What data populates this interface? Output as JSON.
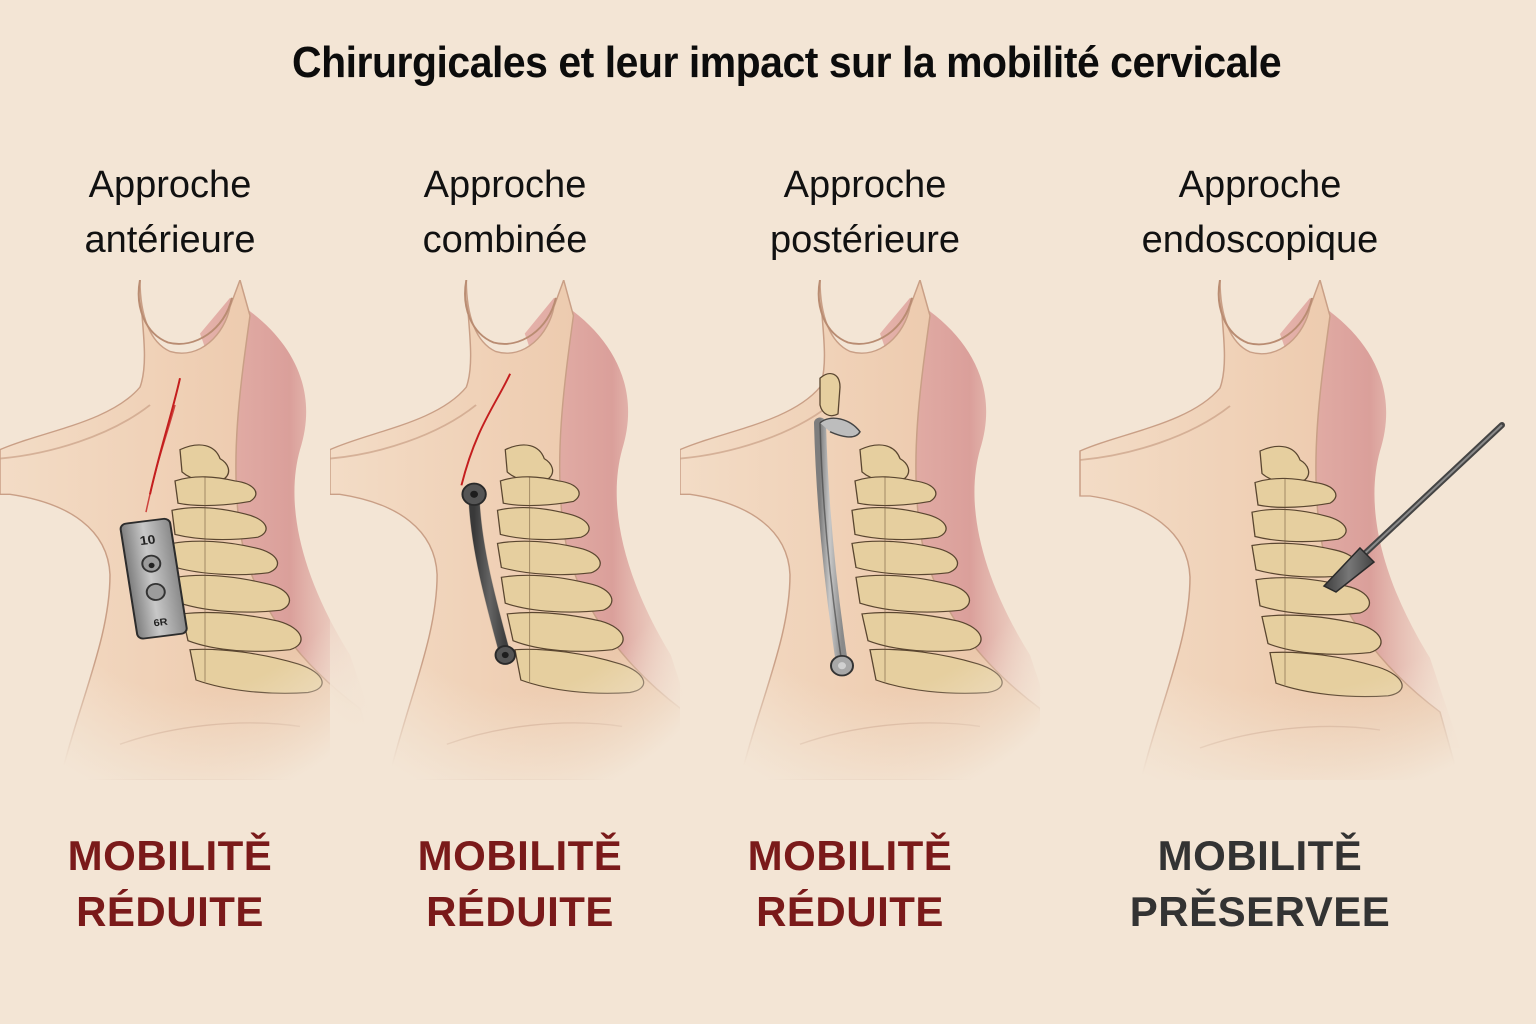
{
  "title": "Chirurgicales et leur impact sur la mobilité cervicale",
  "colors": {
    "background": "#f3e5d5",
    "reduced": "#7a1a1a",
    "preserved": "#333333",
    "skin": "#f0d2b8",
    "skin_shadow": "#dcae90",
    "bone": "#e6cf9f",
    "bone_outline": "#5a4630",
    "muscle": "#d99a98",
    "metal": "#9a9a9a",
    "metal_dark": "#555555",
    "incision": "#c41e1e"
  },
  "panels": [
    {
      "heading_line1": "Approche",
      "heading_line2": "antérieure",
      "illustration": "anterior-plate",
      "implant": {
        "type": "plate",
        "markings": [
          "10",
          "6R"
        ]
      },
      "outcome_line1": "MOBILITĚ",
      "outcome_line2": "RÉDUITE",
      "outcome_status": "reduced"
    },
    {
      "heading_line1": "Approche",
      "heading_line2": "combinée",
      "illustration": "combined-rod",
      "implant": {
        "type": "rod-dark"
      },
      "outcome_line1": "MOBILITĚ",
      "outcome_line2": "RÉDUITE",
      "outcome_status": "reduced"
    },
    {
      "heading_line1": "Approche",
      "heading_line2": "postérieure",
      "illustration": "posterior-rod",
      "implant": {
        "type": "rod-silver"
      },
      "outcome_line1": "MOBILITĚ",
      "outcome_line2": "RÉDUITE",
      "outcome_status": "reduced"
    },
    {
      "heading_line1": "Approche",
      "heading_line2": "endoscopique",
      "illustration": "endoscopic-probe",
      "implant": {
        "type": "endoscope"
      },
      "outcome_line1": "MOBILITĚ",
      "outcome_line2": "PRĚSERVEE",
      "outcome_status": "preserved"
    }
  ]
}
